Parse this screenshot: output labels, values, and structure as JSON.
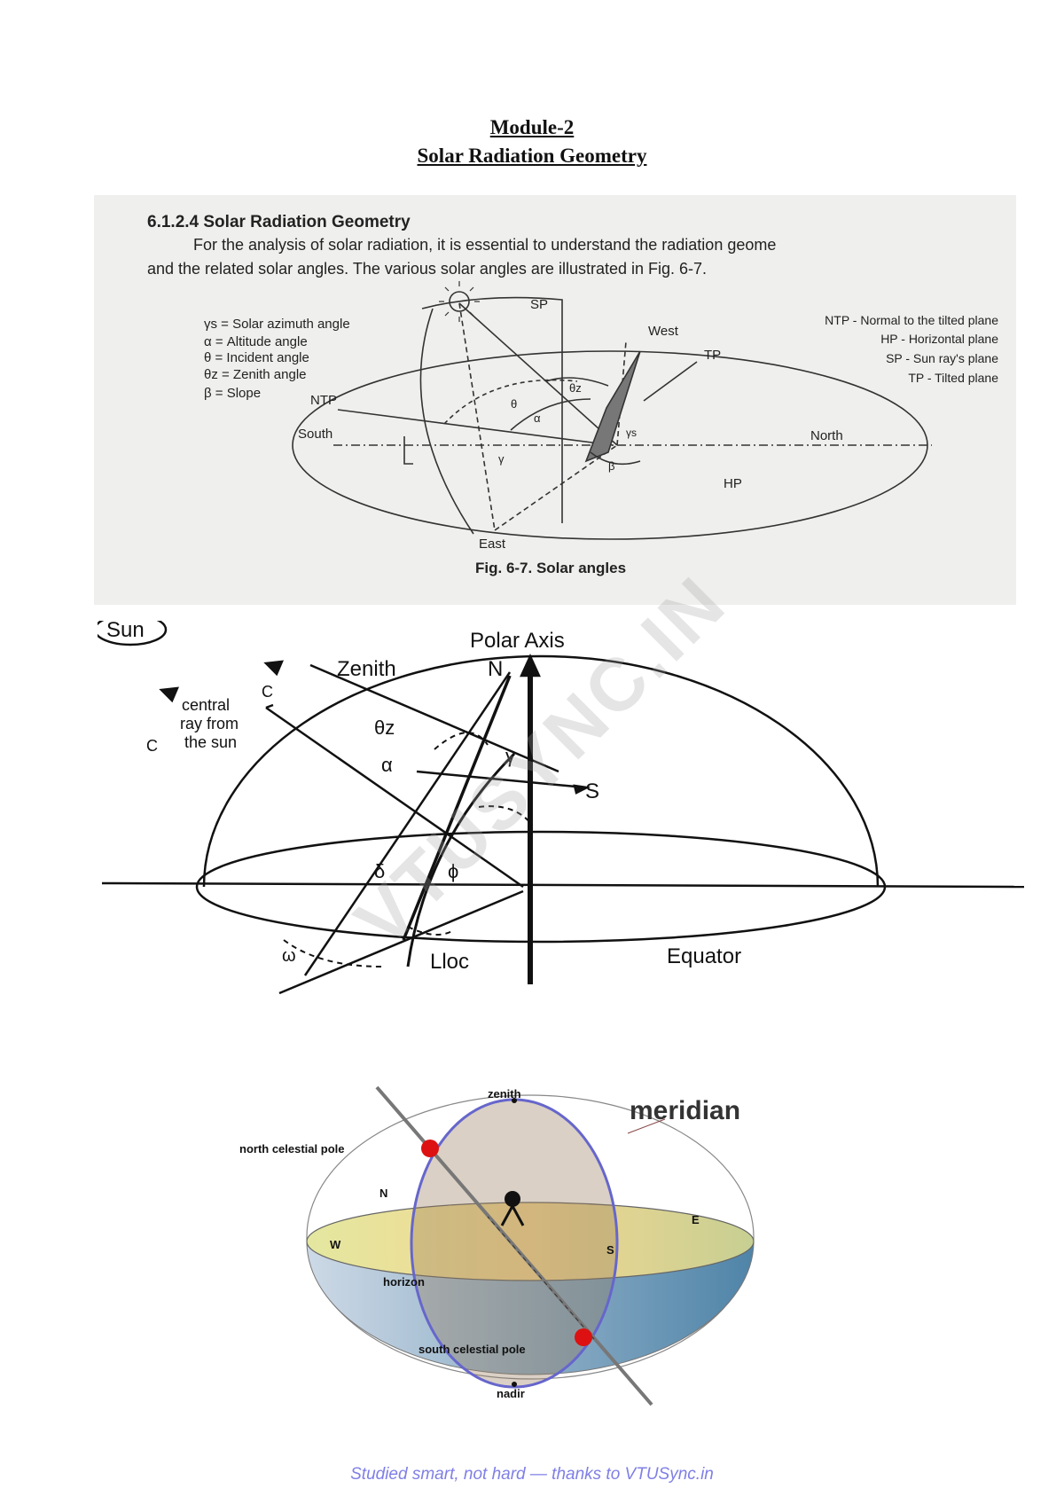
{
  "header": {
    "module": "Module-2",
    "title": "Solar Radiation Geometry"
  },
  "scan": {
    "section_heading": "6.1.2.4  Solar Radiation Geometry",
    "para_line1": "For the analysis of solar radiation, it is essential to understand the radiation geome",
    "para_line2": "and the related solar angles. The various solar angles are illustrated in Fig. 6-7.",
    "legend_left": [
      "γs = Solar azimuth angle",
      "α = Altitude angle",
      "θ = Incident angle",
      "θz = Zenith angle",
      "β = Slope"
    ],
    "legend_right": [
      "NTP - Normal to the tilted plane",
      "HP - Horizontal plane",
      "SP - Sun ray's plane",
      "TP - Tilted plane"
    ],
    "labels": {
      "sp": "SP",
      "west": "West",
      "tp": "TP",
      "ntp": "NTP",
      "south": "South",
      "north": "North",
      "hp": "HP",
      "east": "East",
      "theta": "θ",
      "alpha": "α",
      "theta_z": "θz",
      "gamma": "γ",
      "gamma_s": "γs",
      "beta": "β"
    },
    "caption": "Fig. 6-7. Solar angles"
  },
  "fig2": {
    "polar_axis": "Polar Axis",
    "sun": "Sun",
    "zenith": "Zenith",
    "n": "N",
    "c1": "C",
    "c2": "C",
    "central_ray": [
      "central",
      "ray from",
      "the sun"
    ],
    "theta_z": "θz",
    "gamma": "γ",
    "alpha": "α",
    "s": "S",
    "delta": "δ",
    "phi": "ϕ",
    "omega": "ω",
    "l_loc": "Lloc",
    "equator": "Equator"
  },
  "fig3": {
    "zenith": "zenith",
    "meridian": "meridian",
    "north_celestial_pole": "north celestial pole",
    "n": "N",
    "w": "W",
    "e": "E",
    "s": "S",
    "horizon": "horizon",
    "south_celestial_pole": "south celestial pole",
    "nadir": "nadir"
  },
  "watermark": "VTUSYNC.IN",
  "footer": {
    "text": "Studied smart, not hard — thanks to VTUSync.in"
  }
}
